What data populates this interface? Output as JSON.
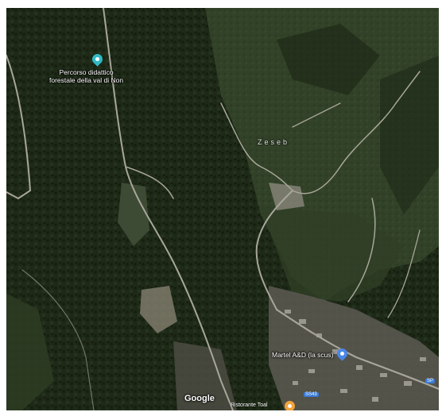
{
  "map": {
    "type": "satellite",
    "provider_logo": "Google",
    "colors": {
      "forest_dark": "#1a2414",
      "forest_mid": "#26331d",
      "meadow": "#3a4a2c",
      "road": "#9a9a8e",
      "town": "#6b6a64",
      "poi_teal": "#2fb9c4",
      "poi_blue": "#4a86e8",
      "poi_orange": "#f2a33a"
    }
  },
  "pois": [
    {
      "label_line1": "Percorso didattico",
      "label_line2": "forestale della val di Non",
      "icon": "park-pin-icon",
      "color": "#2fb9c4"
    },
    {
      "label_line1": "Martel A&D (la scus)",
      "label_line2": "",
      "icon": "shop-pin-icon",
      "color": "#4a86e8"
    }
  ],
  "places": [
    {
      "label": "Zeseb"
    }
  ],
  "road_shields": [
    {
      "label": "SS43"
    },
    {
      "label": "SP"
    }
  ],
  "bottom_tag": {
    "label": "Ristorante Toal"
  }
}
